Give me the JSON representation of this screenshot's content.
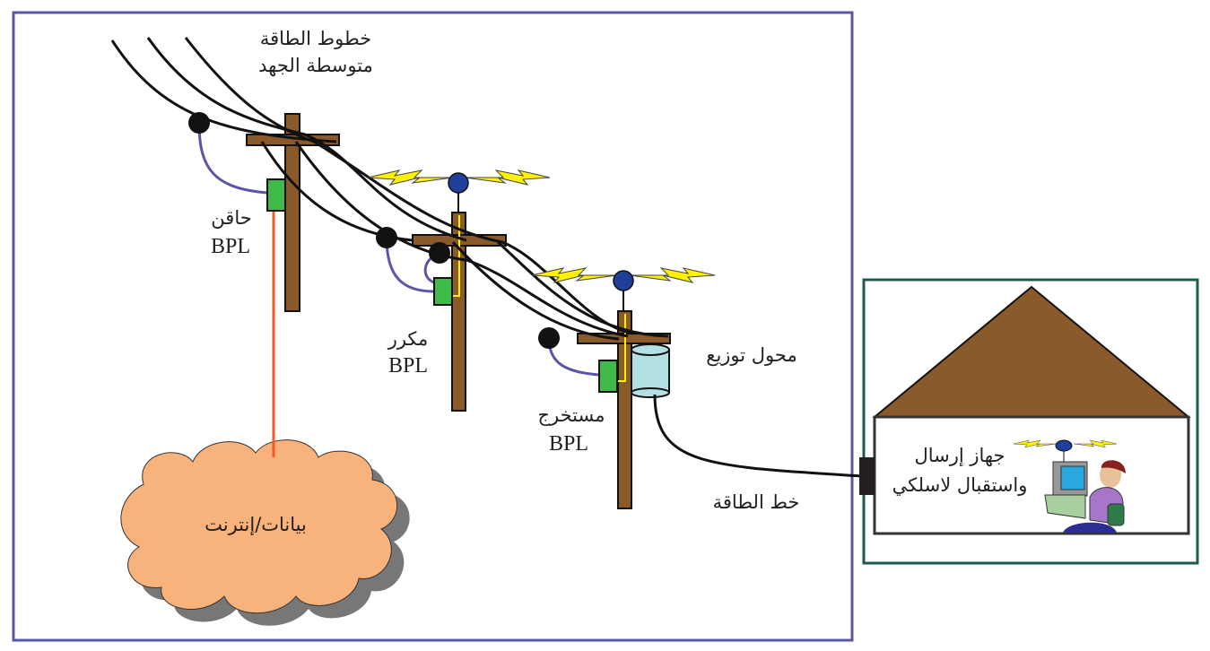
{
  "labels": {
    "power_lines_1": "خطوط الطاقة",
    "power_lines_2": "متوسطة الجهد",
    "injector": "حاقن",
    "injector_bpl": "BPL",
    "repeater": "مكرر",
    "repeater_bpl": "BPL",
    "extractor": "مستخرج",
    "extractor_bpl": "BPL",
    "transformer": "محول توزيع",
    "power_line": "خط الطاقة",
    "internet": "بيانات/إنترنت",
    "wireless_1": "جهاز إرسال",
    "wireless_2": "واستقبال لاسلكي"
  },
  "colors": {
    "frame": "#5b55a8",
    "house_frame": "#1e5b4e",
    "wood": "#8b5a2b",
    "device": "#3dba48",
    "cloud": "#f8b27c",
    "transformer": "#b3e0e2",
    "antenna": "#1f3f9a",
    "bolt": "#fff200"
  }
}
